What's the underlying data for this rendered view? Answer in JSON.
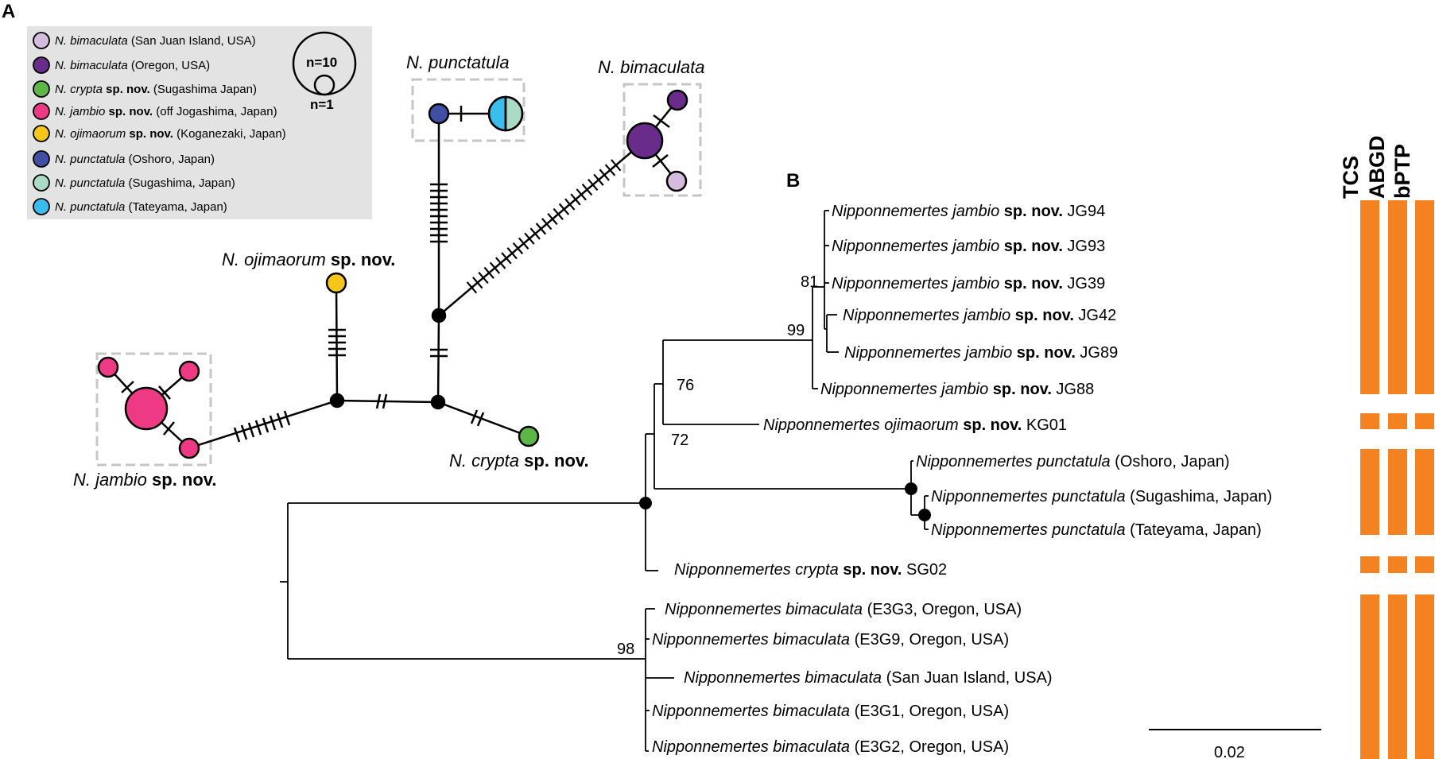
{
  "panel_a_label": "A",
  "panel_b_label": "B",
  "legend": {
    "items": [
      {
        "species": "N. bimaculata",
        "bold": "",
        "locality": " (San Juan Island, USA)",
        "color": "#d4bcdc"
      },
      {
        "species": "N. bimaculata",
        "bold": "",
        "locality": " (Oregon, USA)",
        "color": "#6a2c8a"
      },
      {
        "species": "N. crypta",
        "bold": " sp. nov.",
        "locality": " (Sugashima Japan)",
        "color": "#5db746"
      },
      {
        "species": "N. jambio",
        "bold": " sp. nov.",
        "locality": " (off Jogashima, Japan)",
        "color": "#ee3a85"
      },
      {
        "species": "N. ojimaorum",
        "bold": " sp. nov.",
        "locality": " (Koganezaki, Japan)",
        "color": "#f6c61a"
      },
      {
        "species": "N. punctatula",
        "bold": "",
        "locality": " (Oshoro, Japan)",
        "color": "#3f4fa3"
      },
      {
        "species": "N. punctatula",
        "bold": "",
        "locality": " (Sugashima, Japan)",
        "color": "#a9dbc6"
      },
      {
        "species": "N. punctatula",
        "bold": "",
        "locality": " (Tateyama, Japan)",
        "color": "#38bdec"
      }
    ],
    "size_large": "n=10",
    "size_small": "n=1"
  },
  "network_labels": {
    "punctatula": "N. punctatula",
    "bimaculata": "N. bimaculata",
    "ojimaorum_italic": "N. ojimaorum",
    "ojimaorum_bold": " sp. nov.",
    "jambio_italic": "N. jambio",
    "jambio_bold": " sp. nov.",
    "crypta_italic": "N. crypta",
    "crypta_bold": " sp. nov."
  },
  "tree": {
    "tips": [
      {
        "genus_species": "Nipponnemertes jambio",
        "bold": " sp. nov.",
        "suffix": " JG94"
      },
      {
        "genus_species": "Nipponnemertes jambio",
        "bold": " sp. nov.",
        "suffix": " JG93"
      },
      {
        "genus_species": "Nipponnemertes jambio",
        "bold": " sp. nov.",
        "suffix": " JG39"
      },
      {
        "genus_species": "Nipponnemertes jambio",
        "bold": " sp. nov.",
        "suffix": " JG42"
      },
      {
        "genus_species": "Nipponnemertes jambio",
        "bold": " sp. nov.",
        "suffix": " JG89"
      },
      {
        "genus_species": "Nipponnemertes jambio",
        "bold": " sp. nov.",
        "suffix": " JG88"
      },
      {
        "genus_species": "Nipponnemertes ojimaorum",
        "bold": " sp. nov.",
        "suffix": " KG01"
      },
      {
        "genus_species": "Nipponnemertes punctatula",
        "bold": "",
        "suffix": " (Oshoro, Japan)"
      },
      {
        "genus_species": "Nipponnemertes punctatula",
        "bold": "",
        "suffix": " (Sugashima, Japan)"
      },
      {
        "genus_species": "Nipponnemertes punctatula",
        "bold": "",
        "suffix": " (Tateyama, Japan)"
      },
      {
        "genus_species": "Nipponnemertes crypta",
        "bold": " sp. nov.",
        "suffix": " SG02"
      },
      {
        "genus_species": "Nipponnemertes bimaculata",
        "bold": "",
        "suffix": " (E3G3, Oregon, USA)"
      },
      {
        "genus_species": "Nipponnemertes bimaculata",
        "bold": "",
        "suffix": " (E3G9, Oregon, USA)"
      },
      {
        "genus_species": "Nipponnemertes bimaculata",
        "bold": "",
        "suffix": " (San Juan Island, USA)"
      },
      {
        "genus_species": "Nipponnemertes bimaculata",
        "bold": "",
        "suffix": " (E3G1, Oregon, USA)"
      },
      {
        "genus_species": "Nipponnemertes bimaculata",
        "bold": "",
        "suffix": " (E3G2, Oregon, USA)"
      }
    ],
    "support_values": [
      "81",
      "99",
      "76",
      "72",
      "98"
    ],
    "scale_label": "0.02"
  },
  "delimitation": {
    "methods": [
      "TCS",
      "ABGD",
      "bPTP"
    ],
    "bar_color": "#f58220"
  }
}
